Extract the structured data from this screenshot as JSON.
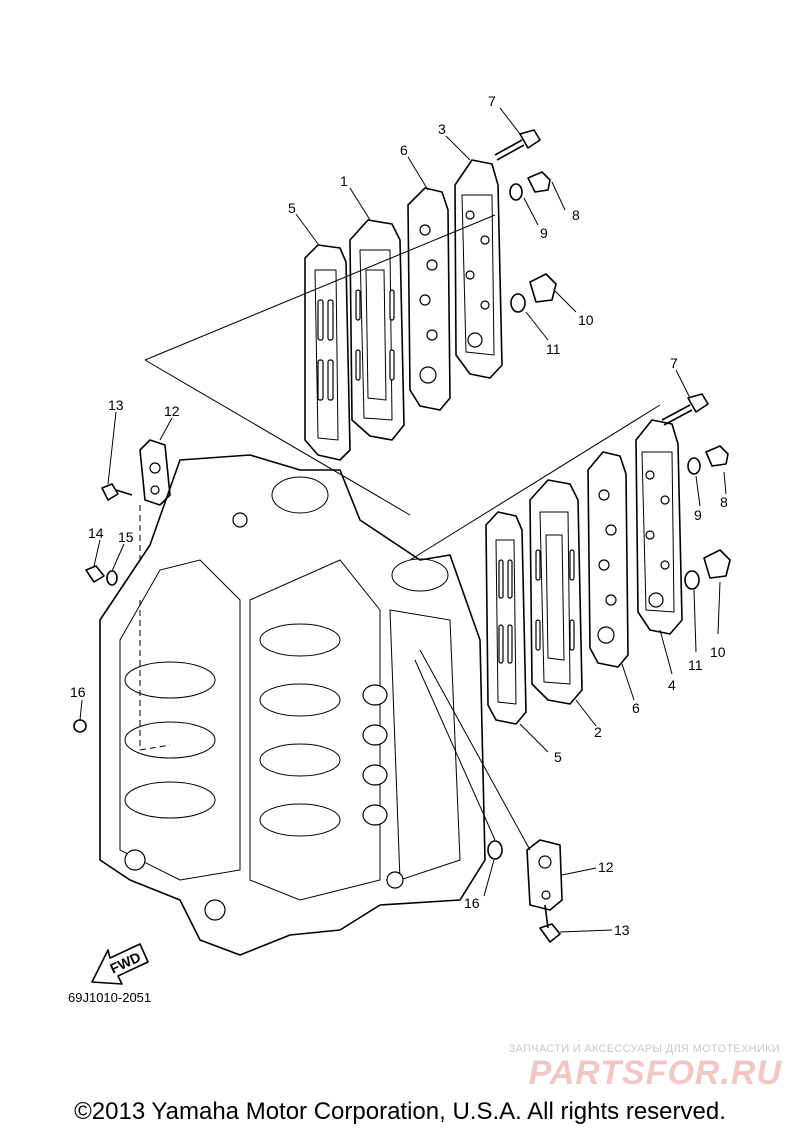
{
  "diagram": {
    "code": "69J1010-2051",
    "fwd_label": "FWD",
    "callouts": [
      {
        "id": "c1",
        "label": "1"
      },
      {
        "id": "c2",
        "label": "2"
      },
      {
        "id": "c3",
        "label": "3"
      },
      {
        "id": "c4",
        "label": "4"
      },
      {
        "id": "c5a",
        "label": "5"
      },
      {
        "id": "c5b",
        "label": "5"
      },
      {
        "id": "c6a",
        "label": "6"
      },
      {
        "id": "c6b",
        "label": "6"
      },
      {
        "id": "c7a",
        "label": "7"
      },
      {
        "id": "c7b",
        "label": "7"
      },
      {
        "id": "c8a",
        "label": "8"
      },
      {
        "id": "c8b",
        "label": "8"
      },
      {
        "id": "c9a",
        "label": "9"
      },
      {
        "id": "c9b",
        "label": "9"
      },
      {
        "id": "c10a",
        "label": "10"
      },
      {
        "id": "c10b",
        "label": "10"
      },
      {
        "id": "c11a",
        "label": "11"
      },
      {
        "id": "c11b",
        "label": "11"
      },
      {
        "id": "c12a",
        "label": "12"
      },
      {
        "id": "c12b",
        "label": "12"
      },
      {
        "id": "c13a",
        "label": "13"
      },
      {
        "id": "c13b",
        "label": "13"
      },
      {
        "id": "c14",
        "label": "14"
      },
      {
        "id": "c15",
        "label": "15"
      },
      {
        "id": "c16a",
        "label": "16"
      },
      {
        "id": "c16b",
        "label": "16"
      }
    ]
  },
  "watermark": {
    "tagline": "ЗАПЧАСТИ И АКСЕССУАРЫ ДЛЯ МОТОТЕХНИКИ",
    "logo": "PARTSFOR.RU"
  },
  "footer": {
    "copyright": "©2013 Yamaha Motor Corporation, U.S.A. All rights reserved."
  },
  "colors": {
    "line": "#000000",
    "background": "#ffffff",
    "watermark_text": "#c9c9c9",
    "watermark_logo": "#f3c6c6"
  }
}
